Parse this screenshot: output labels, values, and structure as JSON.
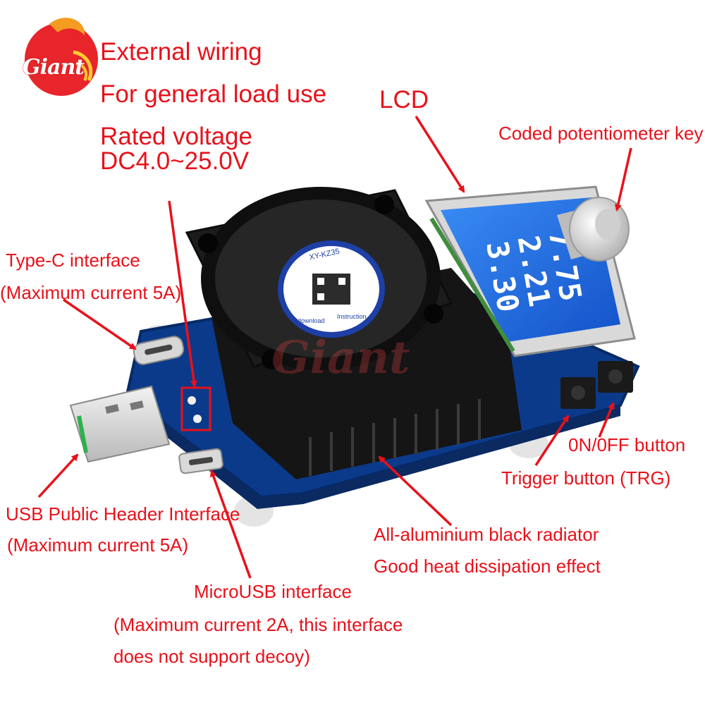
{
  "brand": {
    "logo_text": "Giant",
    "watermark": "Giant"
  },
  "device": {
    "fan_label": "XY-KZ35",
    "qr_caption_left": "download",
    "qr_caption_right": "Instruction",
    "lcd_readings": [
      "3.30",
      "2.21",
      "7.75"
    ]
  },
  "callouts": {
    "top_lines": [
      "External wiring",
      "For general load use",
      "Rated voltage",
      "DC4.0~25.0V"
    ],
    "lcd": "LCD",
    "coded_key": "Coded potentiometer key",
    "typec": [
      "Type-C interface",
      "(Maximum current 5A)"
    ],
    "usb": [
      "USB Public Header Interface",
      "(Maximum current 5A)"
    ],
    "micro": [
      "MicroUSB interface",
      "(Maximum current 2A, this interface",
      "does not support decoy)"
    ],
    "radiator": [
      "All-aluminium black radiator",
      "Good heat dissipation effect"
    ],
    "onoff": "0N/0FF button",
    "trigger": "Trigger button (TRG)"
  },
  "colors": {
    "callout_red": "#e8111a",
    "pcb_blue": "#0c3a8a",
    "lcd_blue": "#1a6fe8",
    "heatsink_black": "#151515"
  }
}
